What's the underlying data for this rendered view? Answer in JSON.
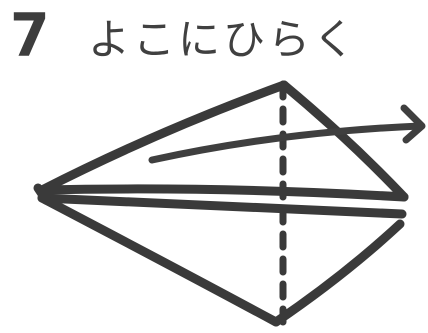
{
  "step": {
    "number": "7",
    "instruction": "よこにひらく"
  },
  "icons": {
    "fold_arrow": "arrow-right",
    "valley_fold_line": "dashed-line"
  }
}
